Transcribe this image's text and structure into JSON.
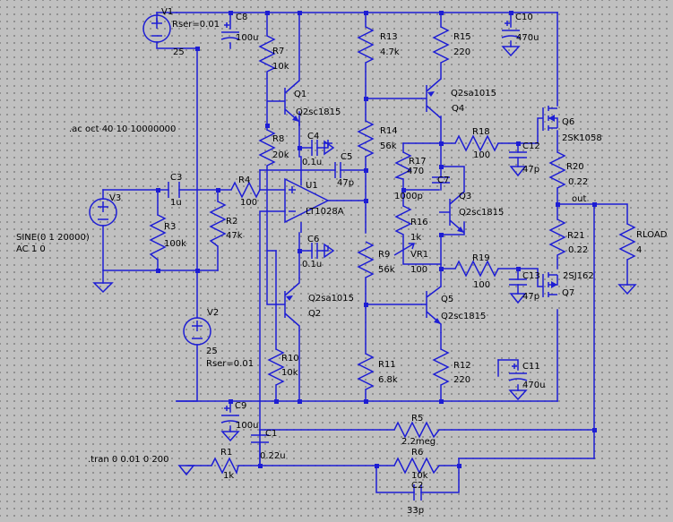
{
  "directives": {
    "ac": ".ac oct 40 10 10000000",
    "tran": ".tran 0 0.01 0 200"
  },
  "net_label_out": "out",
  "components": {
    "V1": {
      "name": "V1",
      "value": "25",
      "extra": "Rser=0.01"
    },
    "V2": {
      "name": "V2",
      "value": "25",
      "extra": "Rser=0.01"
    },
    "V3": {
      "name": "V3",
      "value": "SINE(0 1 20000)",
      "extra": "AC 1 0"
    },
    "C8": {
      "name": "C8",
      "value": "100u"
    },
    "C9": {
      "name": "C9",
      "value": "100u"
    },
    "C10": {
      "name": "C10",
      "value": "470u"
    },
    "C11": {
      "name": "C11",
      "value": "470u"
    },
    "C3": {
      "name": "C3",
      "value": "1u"
    },
    "C4": {
      "name": "C4",
      "value": "0.1u"
    },
    "C6": {
      "name": "C6",
      "value": "0.1u"
    },
    "C5": {
      "name": "C5",
      "value": "47p"
    },
    "C7": {
      "name": "C7",
      "value": "1000p"
    },
    "C12": {
      "name": "C12",
      "value": "47p"
    },
    "C13": {
      "name": "C13",
      "value": "47p"
    },
    "C1": {
      "name": "C1",
      "value": "0.22u"
    },
    "C2": {
      "name": "C2",
      "value": "33p"
    },
    "R1": {
      "name": "R1",
      "value": "1k"
    },
    "R2": {
      "name": "R2",
      "value": "47k"
    },
    "R3": {
      "name": "R3",
      "value": "100k"
    },
    "R4": {
      "name": "R4",
      "value": "100"
    },
    "R5": {
      "name": "R5",
      "value": "2.2meg"
    },
    "R6": {
      "name": "R6",
      "value": "10k"
    },
    "R7": {
      "name": "R7",
      "value": "10k"
    },
    "R8": {
      "name": "R8",
      "value": "20k"
    },
    "R9": {
      "name": "R9",
      "value": "56k"
    },
    "R10": {
      "name": "R10",
      "value": "10k"
    },
    "R11": {
      "name": "R11",
      "value": "6.8k"
    },
    "R12": {
      "name": "R12",
      "value": "220"
    },
    "R13": {
      "name": "R13",
      "value": "4.7k"
    },
    "R14": {
      "name": "R14",
      "value": "56k"
    },
    "R15": {
      "name": "R15",
      "value": "220"
    },
    "R16": {
      "name": "R16",
      "value": "1k"
    },
    "R17": {
      "name": "R17",
      "value": "470"
    },
    "R18": {
      "name": "R18",
      "value": "100"
    },
    "R19": {
      "name": "R19",
      "value": "100"
    },
    "R20": {
      "name": "R20",
      "value": "0.22"
    },
    "R21": {
      "name": "R21",
      "value": "0.22"
    },
    "RLOAD": {
      "name": "RLOAD",
      "value": "4"
    },
    "VR1": {
      "name": "VR1",
      "value": "100"
    },
    "Q1": {
      "name": "Q1",
      "model": "Q2sc1815"
    },
    "Q2": {
      "name": "Q2",
      "model": "Q2sa1015"
    },
    "Q3": {
      "name": "Q3",
      "model": "Q2sc1815"
    },
    "Q4": {
      "name": "Q4",
      "model": "Q2sa1015"
    },
    "Q5": {
      "name": "Q5",
      "model": "Q2sc1815"
    },
    "Q6": {
      "name": "Q6",
      "model": "2SK1058"
    },
    "Q7": {
      "name": "Q7",
      "model": "2SJ162"
    },
    "U1": {
      "name": "U1",
      "model": "LT1028A"
    }
  }
}
